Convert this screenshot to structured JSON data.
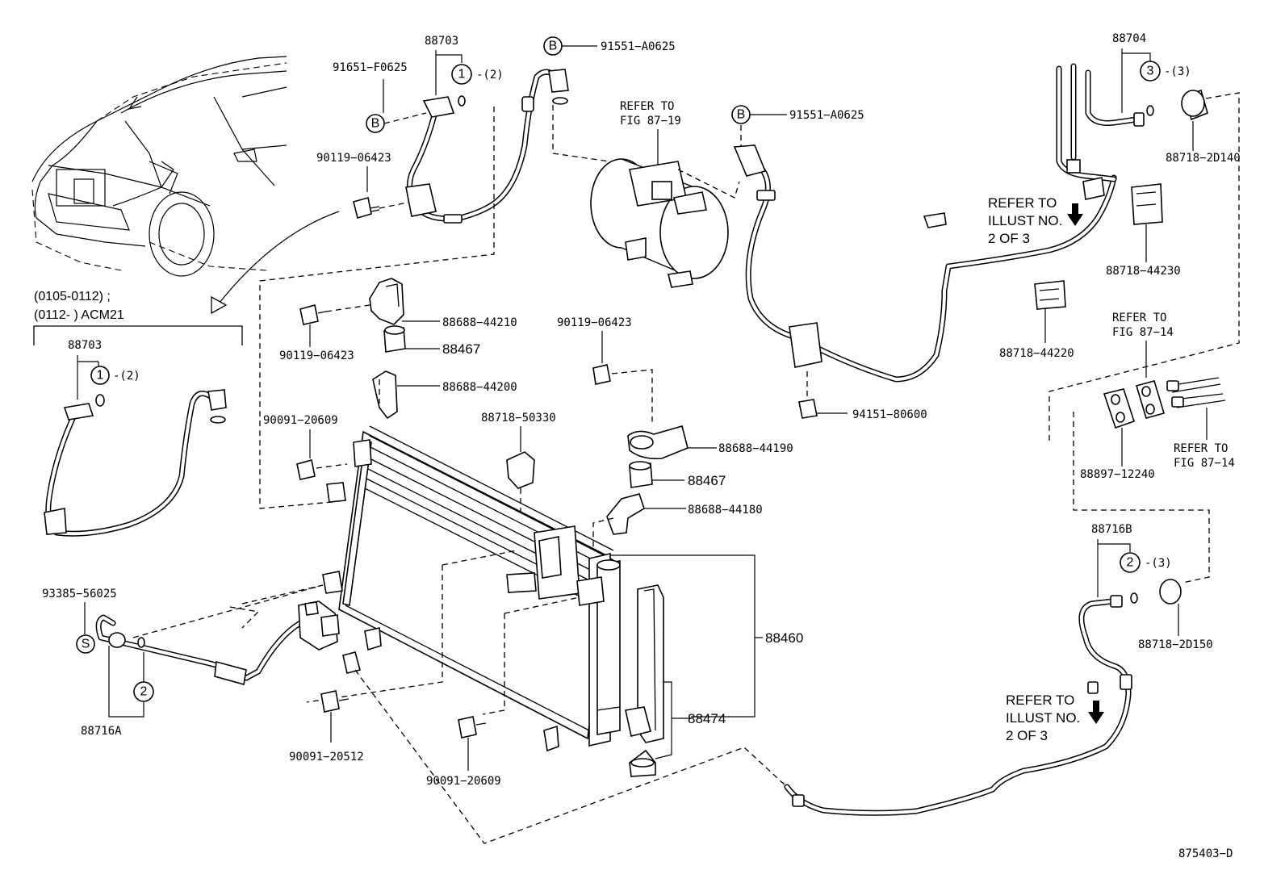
{
  "labels": {
    "p88703_top": "88703",
    "p91651": "91651−F0625",
    "p90119_a": "90119−06423",
    "p91551_a": "91551−A0625",
    "refer_87_19_a": "REFER TO",
    "refer_87_19_b": "FIG 87−19",
    "p91551_b": "91551−A0625",
    "p88704": "88704",
    "p88718_2d140": "88718−2D140",
    "refer_illust_top_1": "REFER TO",
    "refer_illust_top_2": "ILLUST NO.",
    "refer_illust_top_3": "2 OF 3",
    "p88718_44230": "88718−44230",
    "p88718_44220": "88718−44220",
    "refer_87_14_top_a": "REFER TO",
    "refer_87_14_top_b": "FIG 87−14",
    "p88897": "88897−12240",
    "refer_87_14_bot_a": "REFER TO",
    "refer_87_14_bot_b": "FIG 87−14",
    "p88716b": "88716B",
    "p88718_2d150": "88718−2D150",
    "refer_illust_bot_1": "REFER TO",
    "refer_illust_bot_2": "ILLUST NO.",
    "refer_illust_bot_3": "2 OF 3",
    "p94151": "94151−80600",
    "p88688_44210": "88688−44210",
    "p90119_b": "90119−06423",
    "p88467_a": "88467",
    "p88688_44200": "88688−44200",
    "p90091_20609_a": "90091−20609",
    "p88718_50330": "88718−50330",
    "p90119_c": "90119−06423",
    "p88688_44190": "88688−44190",
    "p88467_b": "88467",
    "p88688_44180": "88688−44180",
    "p88460": "88460",
    "p88474": "88474",
    "p93385": "93385−56025",
    "p88716a": "88716A",
    "p90091_20512": "90091−20512",
    "p90091_20609_b": "90091−20609",
    "inset_date_1": "(0105-0112)  ;",
    "inset_date_2": "(0112-          ) ACM21",
    "p88703_inset": "88703",
    "qty2": "-(2)",
    "qty2b": "-(2)",
    "qty3": "-(3)",
    "qty3b": "-(3)",
    "circle_1": "1",
    "circle_2": "2",
    "circle_3": "3",
    "circle_b": "B",
    "circle_s": "S",
    "doc_id": "875403−D"
  }
}
